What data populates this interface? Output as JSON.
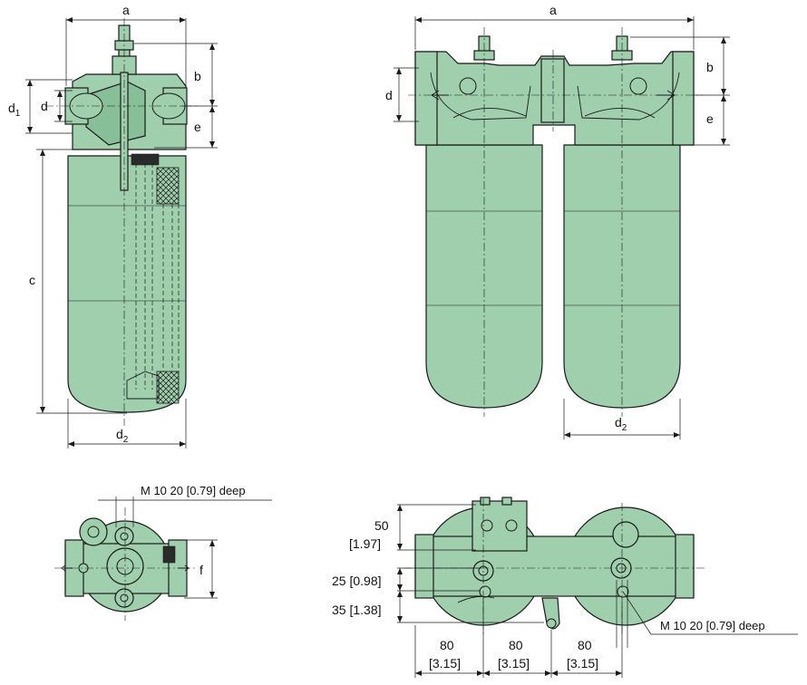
{
  "labels": {
    "a": "a",
    "b": "b",
    "c": "c",
    "d": "d",
    "d1": "d",
    "d1_sub": "1",
    "d2": "d",
    "d2_sub": "2",
    "e": "e",
    "f": "f"
  },
  "notes": {
    "thread": "M 10 20 [0.79] deep"
  },
  "bottom_dims": {
    "h1_mm": "50",
    "h1_in": "[1.97]",
    "h2": "25 [0.98]",
    "h3": "35 [1.38]",
    "spacing": [
      {
        "mm": "80",
        "in": "[3.15]"
      },
      {
        "mm": "80",
        "in": "[3.15]"
      },
      {
        "mm": "80",
        "in": "[3.15]"
      }
    ]
  },
  "colors": {
    "body": "#9fcfad",
    "outline": "#1a1a1a"
  }
}
